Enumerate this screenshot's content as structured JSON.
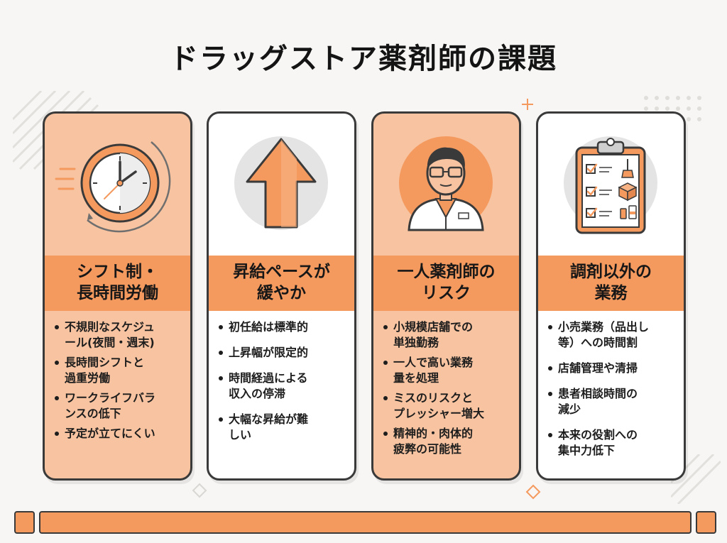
{
  "title": "ドラッグストア薬剤師の課題",
  "colors": {
    "accent": "#f59a5f",
    "card_orange": "#f7c3a0",
    "card_white": "#ffffff",
    "border": "#3a3a3a"
  },
  "cards": [
    {
      "icon": "clock-icon",
      "style": "orange",
      "heading": [
        "シフト制・",
        "長時間労働"
      ],
      "items": [
        [
          "不規則なスケジュ",
          "ール(夜間・週末)"
        ],
        [
          "長時間シフトと",
          "過重労働"
        ],
        [
          "ワークライフバラ",
          "ンスの低下"
        ],
        [
          "予定が立てにくい"
        ]
      ]
    },
    {
      "icon": "arrow-up-icon",
      "style": "white",
      "heading": [
        "昇給ペースが",
        "緩やか"
      ],
      "items": [
        [
          "初任給は標準的"
        ],
        [
          "上昇幅が限定的"
        ],
        [
          "時間経過による",
          "収入の停滞"
        ],
        [
          "大幅な昇給が難",
          "しい"
        ]
      ]
    },
    {
      "icon": "pharmacist-icon",
      "style": "orange",
      "heading": [
        "一人薬剤師の",
        "リスク"
      ],
      "items": [
        [
          "小規模店舗での",
          "単独勤務"
        ],
        [
          "一人で高い業務",
          "量を処理"
        ],
        [
          "ミスのリスクと",
          "プレッシャー増大"
        ],
        [
          "精神的・肉体的",
          "疲弊の可能性"
        ]
      ]
    },
    {
      "icon": "clipboard-icon",
      "style": "white",
      "heading": [
        "調剤以外の",
        "業務"
      ],
      "items": [
        [
          "小売業務（品出し",
          "等）への時間割"
        ],
        [
          "店舗管理や清掃"
        ],
        [
          "患者相談時間の",
          "減少"
        ],
        [
          "本来の役割への",
          "集中力低下"
        ]
      ]
    }
  ]
}
